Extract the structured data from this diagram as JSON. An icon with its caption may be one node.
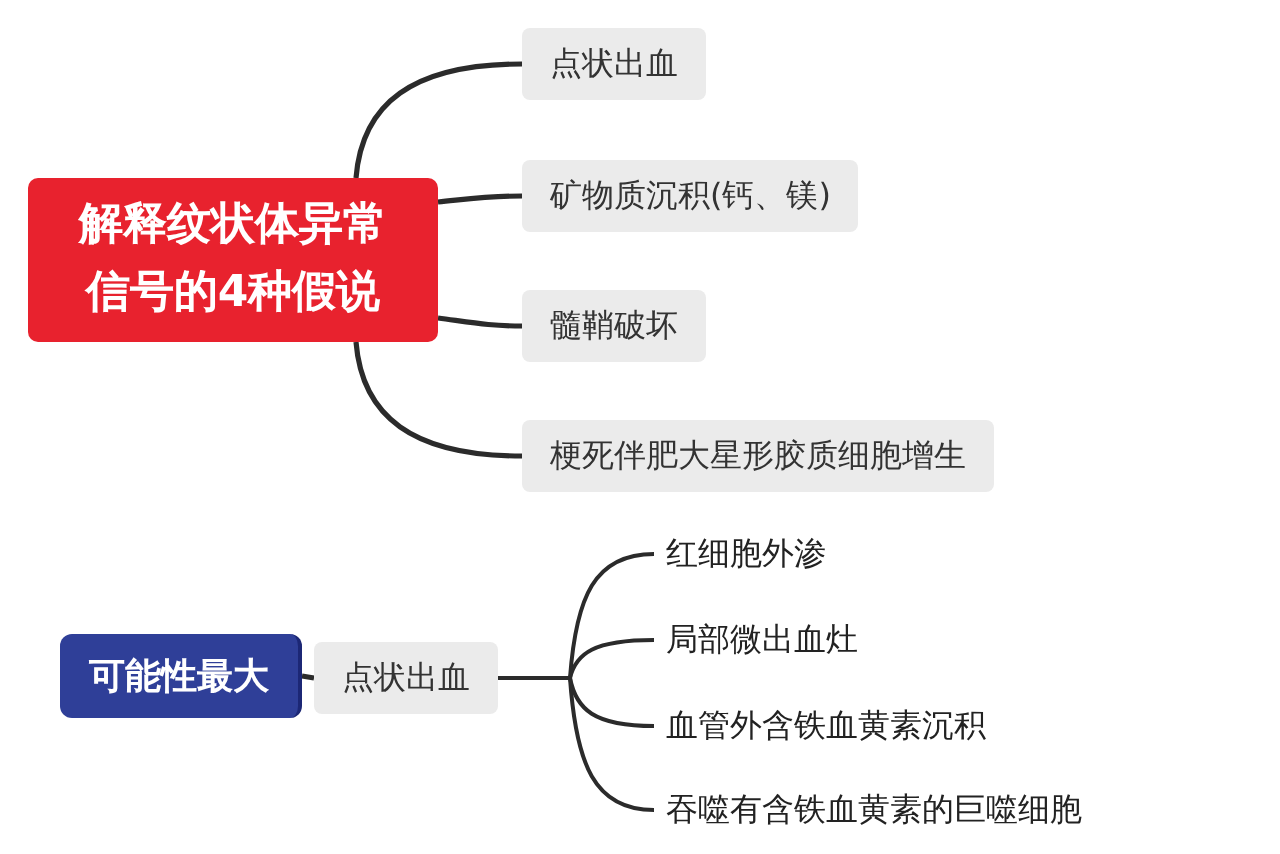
{
  "diagram": {
    "nodes": [
      {
        "text": [
          "解释纹状体异常信号的4种假说"
        ]
      },
      {
        "text": [
          "点状出血"
        ]
      },
      {
        "text": [
          "矿物质沉积(钙、镁)"
        ]
      },
      {
        "text": [
          "髓鞘破坏"
        ]
      },
      {
        "text": [
          "梗死伴肥大星形胶质细胞增生"
        ]
      },
      {
        "text": [
          "可能性最大"
        ]
      },
      {
        "text": [
          "点状出血"
        ]
      },
      {
        "text": [
          "红细胞外渗"
        ]
      },
      {
        "text": [
          "局部微出血灶"
        ]
      },
      {
        "text": [
          "血管外含铁血黄素沉积"
        ]
      },
      {
        "text": [
          "吞噬有含铁血黄素的巨噬细胞"
        ]
      }
    ],
    "edges": [
      {
        "from": 0,
        "to": 1,
        "arrow": "none"
      },
      {
        "from": 0,
        "to": 2,
        "arrow": "none"
      },
      {
        "from": 0,
        "to": 3,
        "arrow": "none"
      },
      {
        "from": 0,
        "to": 4,
        "arrow": "none"
      },
      {
        "from": 5,
        "to": 6,
        "arrow": "none"
      },
      {
        "from": 6,
        "to": 7,
        "arrow": "none"
      },
      {
        "from": 6,
        "to": 8,
        "arrow": "none"
      },
      {
        "from": 6,
        "to": 9,
        "arrow": "none"
      },
      {
        "from": 6,
        "to": 10,
        "arrow": "none"
      }
    ]
  }
}
